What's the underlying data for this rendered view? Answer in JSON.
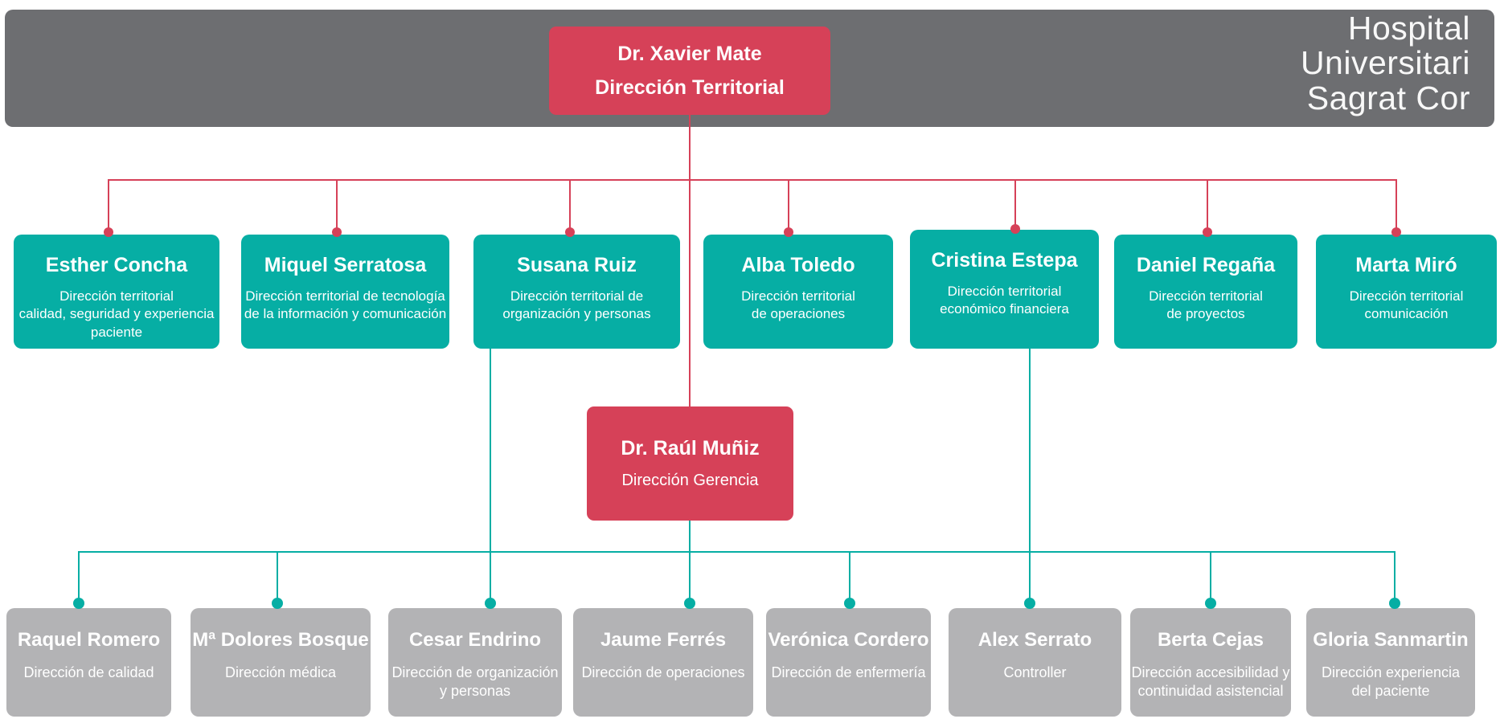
{
  "header": {
    "brand": "Hospital\nUniversitari\nSagrat Cor"
  },
  "root": {
    "name": "Dr. Xavier Mate",
    "role": "Dirección Territorial"
  },
  "gerencia": {
    "name": "Dr. Raúl Muñiz",
    "role": "Dirección Gerencia"
  },
  "territorial": [
    {
      "name": "Esther Concha",
      "role": "Dirección territorial\ncalidad, seguridad y experiencia\npaciente"
    },
    {
      "name": "Miquel Serratosa",
      "role": "Dirección territorial de tecnología\nde la información y comunicación"
    },
    {
      "name": "Susana Ruiz",
      "role": "Dirección territorial de\norganización y personas"
    },
    {
      "name": "Alba Toledo",
      "role": "Dirección territorial\nde operaciones"
    },
    {
      "name": "Cristina Estepa",
      "role": "Dirección territorial\neconómico financiera"
    },
    {
      "name": "Daniel Regaña",
      "role": "Dirección territorial\nde proyectos"
    },
    {
      "name": "Marta Miró",
      "role": "Dirección territorial\ncomunicación"
    }
  ],
  "operational": [
    {
      "name": "Raquel Romero",
      "role": "Dirección de calidad"
    },
    {
      "name": "Mª Dolores Bosque",
      "role": "Dirección médica"
    },
    {
      "name": "Cesar Endrino",
      "role": "Dirección de organización\ny personas"
    },
    {
      "name": "Jaume Ferrés",
      "role": "Dirección de operaciones"
    },
    {
      "name": "Verónica Cordero",
      "role": "Dirección de enfermería"
    },
    {
      "name": "Alex Serrato",
      "role": "Controller"
    },
    {
      "name": "Berta Cejas",
      "role": "Dirección accesibilidad y\ncontinuidad asistencial"
    },
    {
      "name": "Gloria Sanmartin",
      "role": "Dirección experiencia\ndel paciente"
    }
  ],
  "colors": {
    "accent_red": "#d64158",
    "accent_teal": "#06aea4",
    "box_gray": "#b3b3b5",
    "header_gray": "#6d6e71"
  }
}
